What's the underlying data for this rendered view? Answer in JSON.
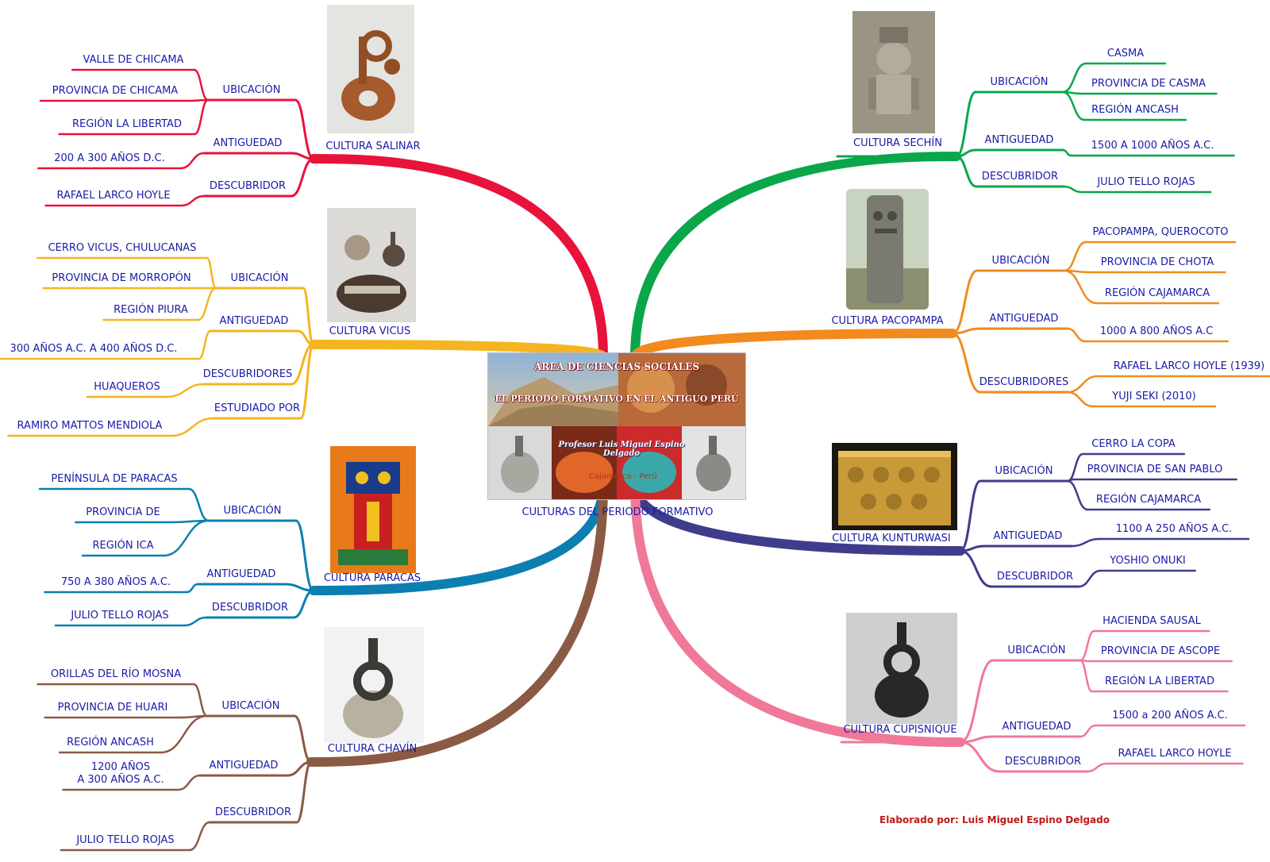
{
  "center": {
    "title": "CULTURAS DEL PERIODO FORMATIVO",
    "banner_line1": "ÁREA DE CIENCIAS SOCIALES",
    "banner_line2": "EL PERIODO FORMATIVO EN EL ANTIGUO PERÚ",
    "author_overlay": "Profesor Luis Miguel Espino Delgado",
    "place_overlay": "Cajamarca - Perú"
  },
  "credit": "Elaborado por: Luis Miguel  Espino Delgado",
  "colors": {
    "salinar": "#e8123c",
    "vicus": "#f5b520",
    "paracas": "#0b7fb0",
    "chavin": "#8a5a44",
    "sechin": "#0aa64a",
    "pacopampa": "#f28a1e",
    "kunturwasi": "#3f3c8c",
    "cupisnique": "#f07898",
    "text": "#1a1aa8"
  },
  "branches": {
    "salinar": {
      "name": "CULTURA SALINAR",
      "groups": [
        {
          "label": "UBICACIÓN",
          "items": [
            "VALLE DE CHICAMA",
            "PROVINCIA DE CHICAMA",
            "REGIÓN LA LIBERTAD"
          ]
        },
        {
          "label": "ANTIGUEDAD",
          "items": [
            "200 A 300 AÑOS D.C."
          ]
        },
        {
          "label": "DESCUBRIDOR",
          "items": [
            "RAFAEL LARCO HOYLE"
          ]
        }
      ]
    },
    "vicus": {
      "name": "CULTURA VICUS",
      "groups": [
        {
          "label": "UBICACIÓN",
          "items": [
            "CERRO VICUS, CHULUCANAS",
            "PROVINCIA DE MORROPÓN",
            "REGIÓN PIURA"
          ]
        },
        {
          "label": "ANTIGUEDAD",
          "items": [
            "300 AÑOS A.C. A 400 AÑOS D.C."
          ]
        },
        {
          "label": "DESCUBRIDORES",
          "items": [
            "HUAQUEROS"
          ]
        },
        {
          "label": "ESTUDIADO POR",
          "items": [
            "RAMIRO MATTOS MENDIOLA"
          ]
        }
      ]
    },
    "paracas": {
      "name": "CULTURA PARACAS",
      "groups": [
        {
          "label": "UBICACIÓN",
          "items": [
            "PENÍNSULA DE PARACAS",
            "PROVINCIA DE",
            "REGIÓN ICA"
          ]
        },
        {
          "label": "ANTIGUEDAD",
          "items": [
            "750 A 380 AÑOS A.C."
          ]
        },
        {
          "label": "DESCUBRIDOR",
          "items": [
            "JULIO TELLO ROJAS"
          ]
        }
      ]
    },
    "chavin": {
      "name": "CULTURA CHAVÍN",
      "groups": [
        {
          "label": "UBICACIÓN",
          "items": [
            "ORILLAS DEL RÍO MOSNA",
            "PROVINCIA DE HUARI",
            "REGIÓN ANCASH"
          ]
        },
        {
          "label": "ANTIGUEDAD",
          "items": [
            "1200 AÑOS\nA 300 AÑOS A.C."
          ]
        },
        {
          "label": "DESCUBRIDOR",
          "items": [
            "JULIO TELLO ROJAS"
          ]
        }
      ]
    },
    "sechin": {
      "name": "CULTURA SECHÍN",
      "groups": [
        {
          "label": "UBICACIÓN",
          "items": [
            "CASMA",
            "PROVINCIA DE CASMA",
            "REGIÓN ANCASH"
          ]
        },
        {
          "label": "ANTIGUEDAD",
          "items": [
            "1500 A  1000 AÑOS A.C."
          ]
        },
        {
          "label": "DESCUBRIDOR",
          "items": [
            "JULIO TELLO ROJAS"
          ]
        }
      ]
    },
    "pacopampa": {
      "name": "CULTURA PACOPAMPA",
      "groups": [
        {
          "label": "UBICACIÓN",
          "items": [
            "PACOPAMPA, QUEROCOTO",
            "PROVINCIA DE CHOTA",
            "REGIÓN CAJAMARCA"
          ]
        },
        {
          "label": "ANTIGUEDAD",
          "items": [
            "1000 A 800 AÑOS A.C"
          ]
        },
        {
          "label": "DESCUBRIDORES",
          "items": [
            "RAFAEL LARCO HOYLE (1939)",
            "YUJI SEKI (2010)"
          ]
        }
      ]
    },
    "kunturwasi": {
      "name": "CULTURA KUNTURWASI",
      "groups": [
        {
          "label": "UBICACIÓN",
          "items": [
            "CERRO LA COPA",
            "PROVINCIA DE SAN PABLO",
            "REGIÓN CAJAMARCA"
          ]
        },
        {
          "label": "ANTIGUEDAD",
          "items": [
            "1100 A 250 AÑOS A.C."
          ]
        },
        {
          "label": "DESCUBRIDOR",
          "items": [
            "YOSHIO ONUKI"
          ]
        }
      ]
    },
    "cupisnique": {
      "name": "CULTURA CUPISNIQUE",
      "groups": [
        {
          "label": "UBICACIÓN",
          "items": [
            "HACIENDA SAUSAL",
            "PROVINCIA DE ASCOPE",
            "REGIÓN LA LIBERTAD"
          ]
        },
        {
          "label": "ANTIGUEDAD",
          "items": [
            "1500 a 200 AÑOS A.C."
          ]
        },
        {
          "label": "DESCUBRIDOR",
          "items": [
            "RAFAEL LARCO HOYLE"
          ]
        }
      ]
    }
  }
}
